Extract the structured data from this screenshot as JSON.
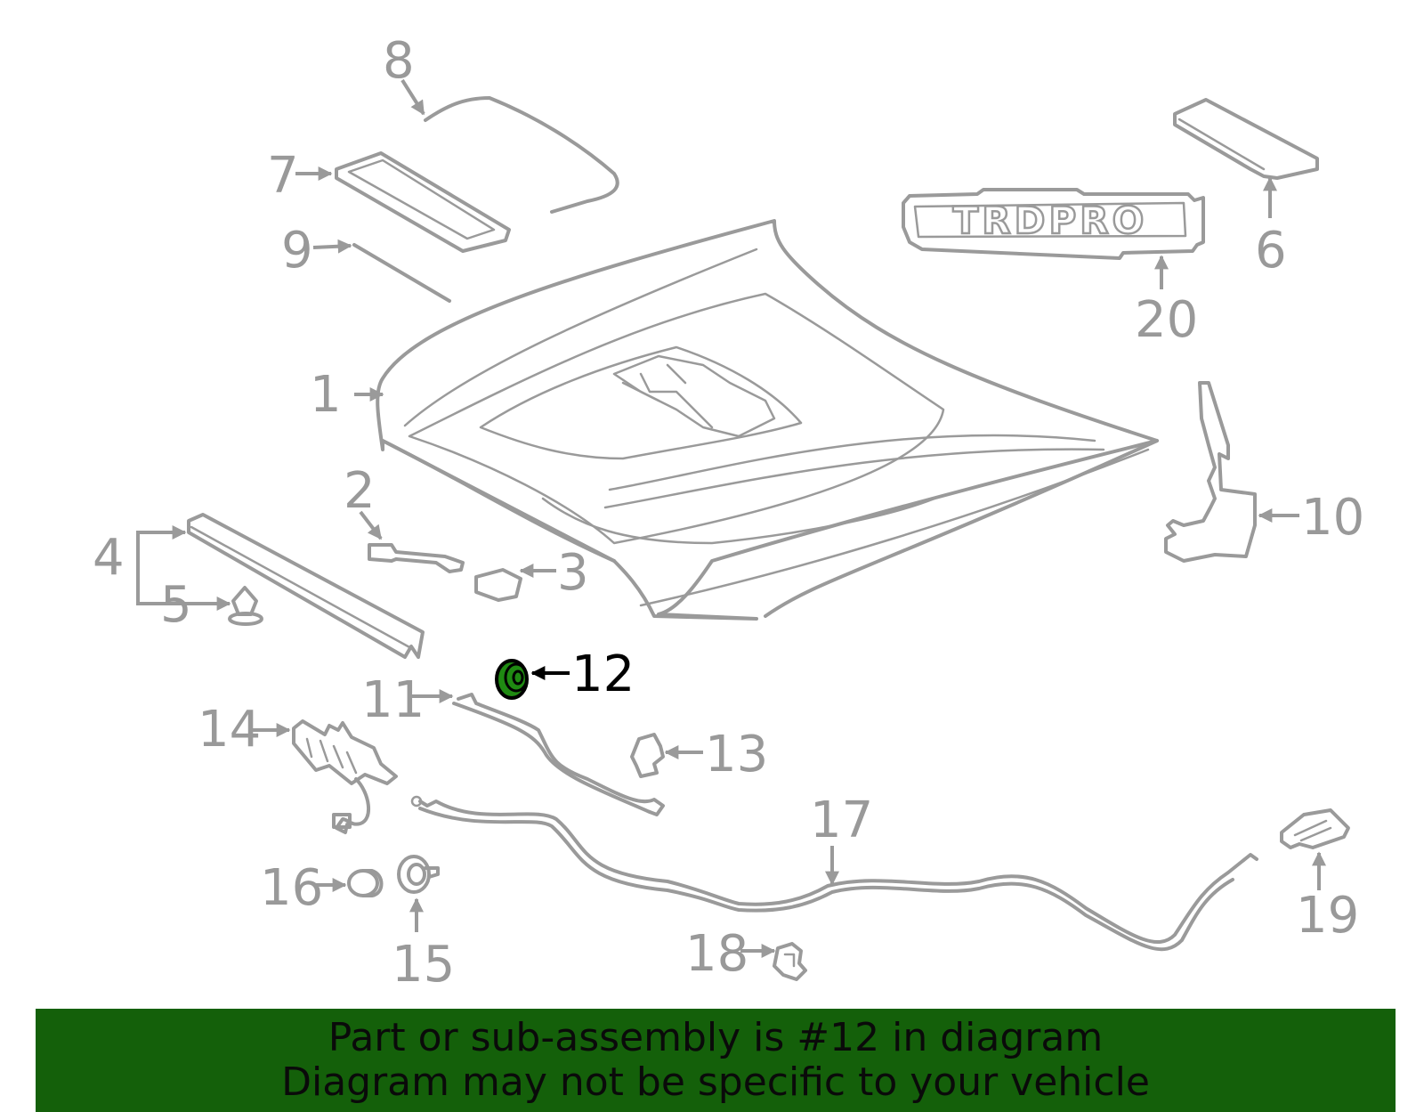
{
  "callouts": [
    "1",
    "2",
    "3",
    "4",
    "5",
    "6",
    "7",
    "8",
    "9",
    "10",
    "11",
    "12",
    "13",
    "14",
    "15",
    "16",
    "17",
    "18",
    "19",
    "20"
  ],
  "highlighted_callout": "12",
  "emblem_text": "TRDPRO",
  "banner": {
    "line1": "Part or sub-assembly is #12 in diagram",
    "line2": "Diagram may not be specific to your vehicle"
  },
  "colors": {
    "line_art": "#9a9a9a",
    "highlight_fill": "#1f8a12",
    "banner_background": "#14600a",
    "banner_text": "#0a0a0a"
  }
}
